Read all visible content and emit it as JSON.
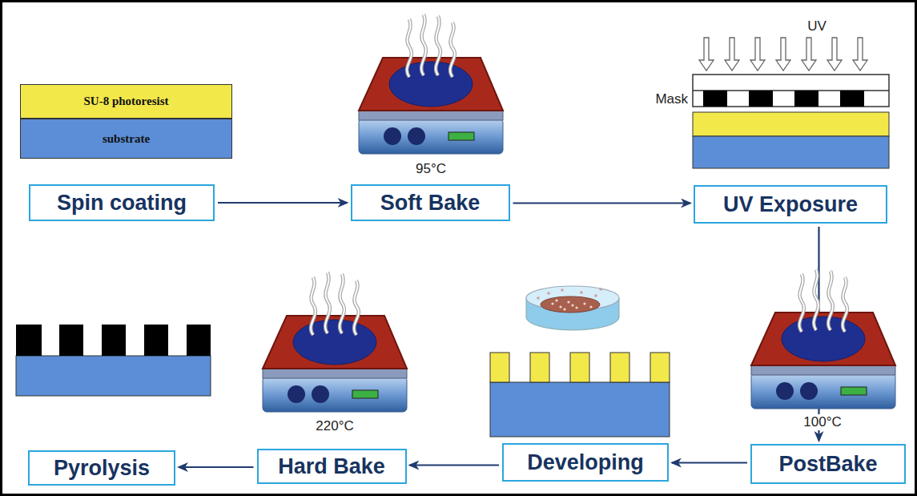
{
  "diagram": {
    "nodes": [
      {
        "text": [
          "SU-8 photoresist"
        ]
      },
      {
        "text": [
          "substrate"
        ]
      },
      {
        "text": [
          "Spin coating"
        ]
      },
      {
        "text": [
          "Soft Bake"
        ]
      },
      {
        "text": [
          "UV Exposure"
        ]
      },
      {
        "text": [
          "Pyrolysis"
        ]
      },
      {
        "text": [
          "Hard Bake"
        ]
      },
      {
        "text": [
          "Developing"
        ]
      },
      {
        "text": [
          "PostBake"
        ]
      }
    ],
    "edges": [
      {
        "from": 2,
        "to": 3,
        "arrow": "to"
      },
      {
        "from": 3,
        "to": 4,
        "arrow": "to"
      },
      {
        "from": 4,
        "to": 8,
        "arrow": "to"
      },
      {
        "from": 8,
        "to": 7,
        "arrow": "to"
      },
      {
        "from": 7,
        "to": 6,
        "arrow": "to"
      },
      {
        "from": 6,
        "to": 5,
        "arrow": "to"
      }
    ],
    "labels": [
      "95°C",
      "UV",
      "Mask",
      "220°C",
      "100°C"
    ]
  }
}
